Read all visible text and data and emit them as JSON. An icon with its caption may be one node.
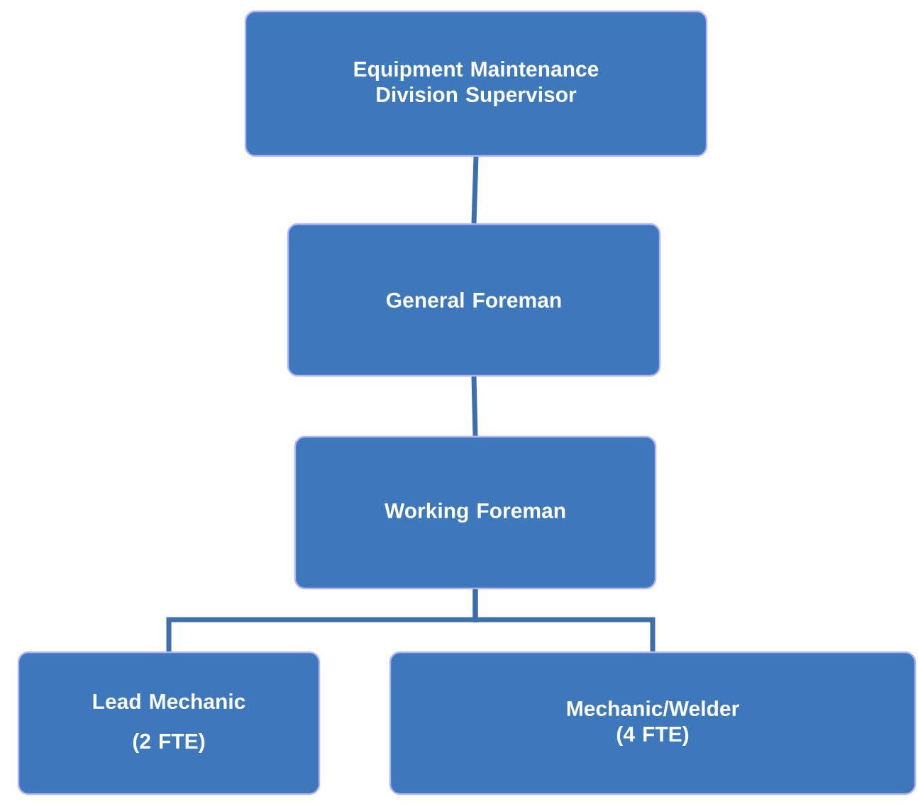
{
  "diagram": {
    "nodes": [
      {
        "text": [
          "Equipment Maintenance Division Supervisor"
        ]
      },
      {
        "text": [
          "General Foreman"
        ]
      },
      {
        "text": [
          "Working Foreman"
        ]
      },
      {
        "text": [
          "Lead Mechanic",
          "(2 FTE)"
        ]
      },
      {
        "text": [
          "Mechanic/Welder (4 FTE)"
        ]
      }
    ],
    "edges": [
      {
        "from": 0,
        "to": 1,
        "arrow": "none"
      },
      {
        "from": 1,
        "to": 2,
        "arrow": "none"
      },
      {
        "from": 2,
        "to": 3,
        "arrow": "none"
      },
      {
        "from": 2,
        "to": 4,
        "arrow": "none"
      }
    ]
  }
}
